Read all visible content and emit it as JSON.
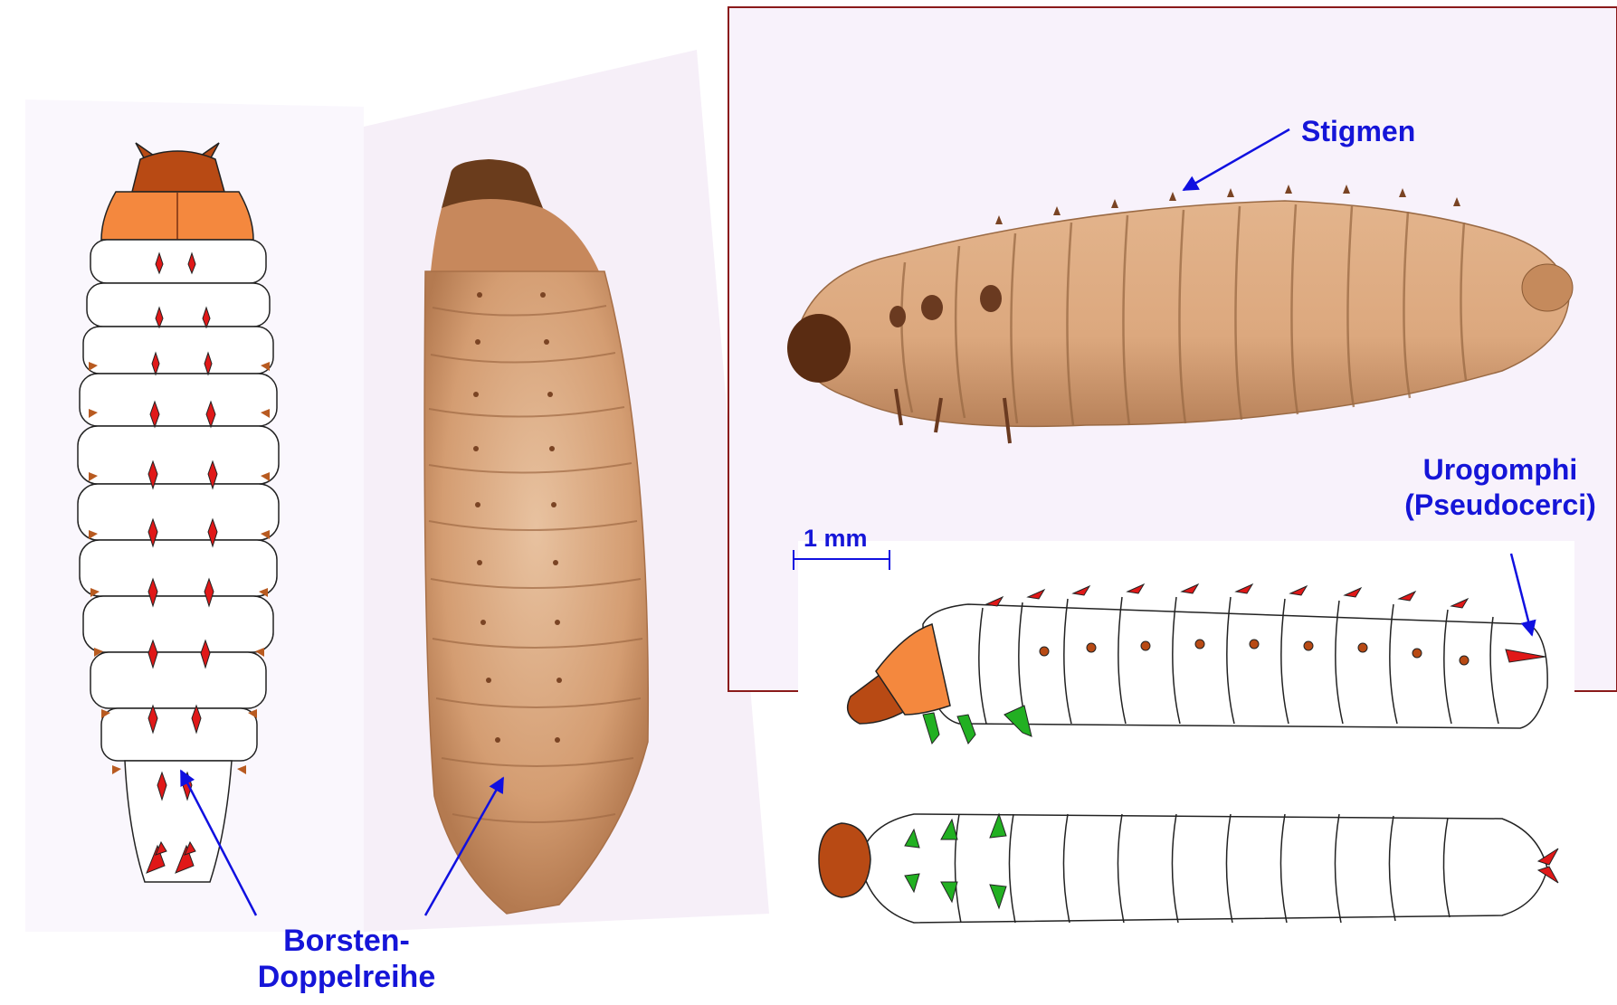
{
  "labels": {
    "stigmen": "Stigmen",
    "urogomphi_line1": "Urogomphi",
    "urogomphi_line2": "(Pseudocerci)",
    "scale_bar": "1 mm",
    "borsten_line1": "Borsten-",
    "borsten_line2": "Doppelreihe"
  },
  "colors": {
    "label_blue": "#1515d8",
    "arrow_blue": "#1010e0",
    "frame_border": "#8a1a1a",
    "frame_fill": "#f8f2fb",
    "head_brown": "#b84a14",
    "pronotum_orange": "#f4883e",
    "seta_red": "#e01818",
    "leg_green": "#22b022",
    "larva_photo_tan": "#d9a57c"
  },
  "icons": {
    "arrow": "arrow-icon"
  }
}
